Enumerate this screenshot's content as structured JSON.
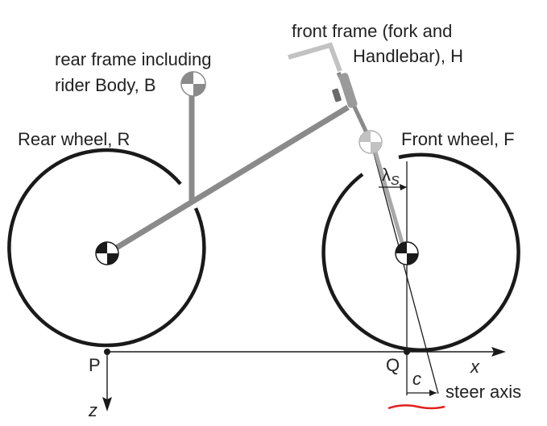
{
  "labels": {
    "front_frame_line1": "front frame (fork and",
    "front_frame_line2": "Handlebar), H",
    "rear_frame_line1": "rear frame including",
    "rear_frame_line2": "rider Body, B",
    "rear_wheel": "Rear wheel, R",
    "front_wheel": "Front wheel, F",
    "steer_angle_symbol": "λ",
    "steer_angle_subscript": "S",
    "point_p": "P",
    "point_q": "Q",
    "x_axis": "x",
    "z_axis": "z",
    "trail": "c",
    "steer_axis": "steer axis"
  },
  "colors": {
    "wheel": "#1a1a1a",
    "frame": "#8a8a8a",
    "fork": "#a8a8a8",
    "handlebar": "#c2c2c2",
    "annotation_underline": "#e02020"
  }
}
